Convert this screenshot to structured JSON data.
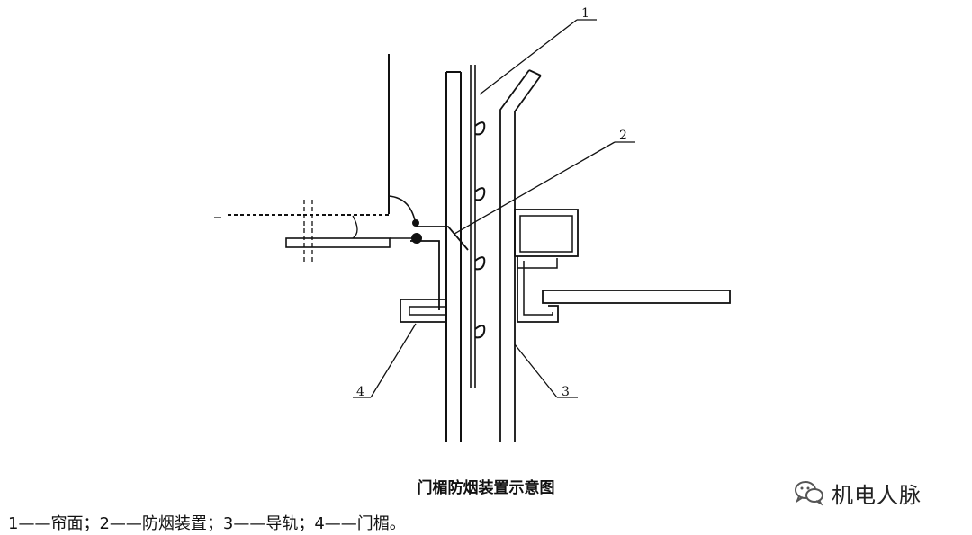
{
  "callouts": [
    "1",
    "2",
    "3",
    "4"
  ],
  "caption": "门楣防烟装置示意图",
  "legend": "1——帘面；2——防烟装置；3——导轨；4——门楣。",
  "watermark": {
    "icon": "wechat-icon",
    "text": "机电人脉"
  }
}
